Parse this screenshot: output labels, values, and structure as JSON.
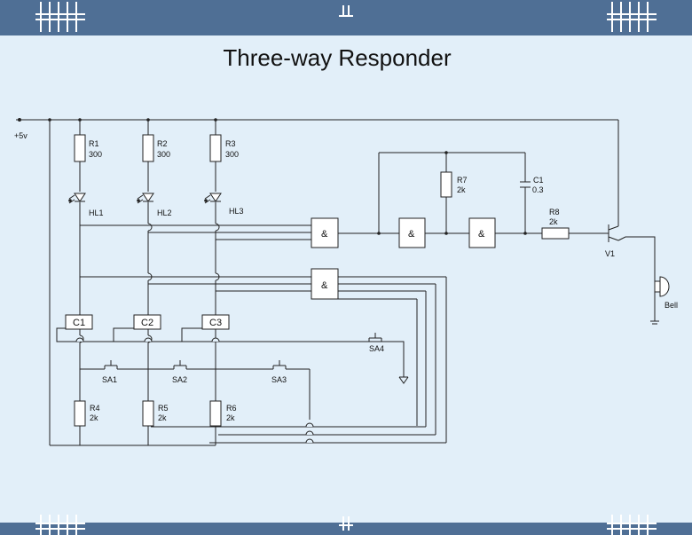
{
  "title": "Three-way Responder",
  "colors": {
    "band": "#4f6f95",
    "background": "#e2eff9",
    "wire": "#222222"
  },
  "supply": {
    "label": "+5v"
  },
  "resistors": {
    "R1": {
      "name": "R1",
      "value": "300"
    },
    "R2": {
      "name": "R2",
      "value": "300"
    },
    "R3": {
      "name": "R3",
      "value": "300"
    },
    "R4": {
      "name": "R4",
      "value": "2k"
    },
    "R5": {
      "name": "R5",
      "value": "2k"
    },
    "R6": {
      "name": "R6",
      "value": "2k"
    },
    "R7": {
      "name": "R7",
      "value": "2k"
    },
    "R8": {
      "name": "R8",
      "value": "2k"
    }
  },
  "leds": {
    "HL1": "HL1",
    "HL2": "HL2",
    "HL3": "HL3"
  },
  "chips": {
    "C1": "C1",
    "C2": "C2",
    "C3": "C3"
  },
  "switches": {
    "SA1": "SA1",
    "SA2": "SA2",
    "SA3": "SA3",
    "SA4": "SA4"
  },
  "gate_symbol": "&",
  "capacitor": {
    "name": "C1",
    "value": "0.3"
  },
  "transistor": {
    "name": "V1"
  },
  "bell": {
    "name": "Bell"
  }
}
